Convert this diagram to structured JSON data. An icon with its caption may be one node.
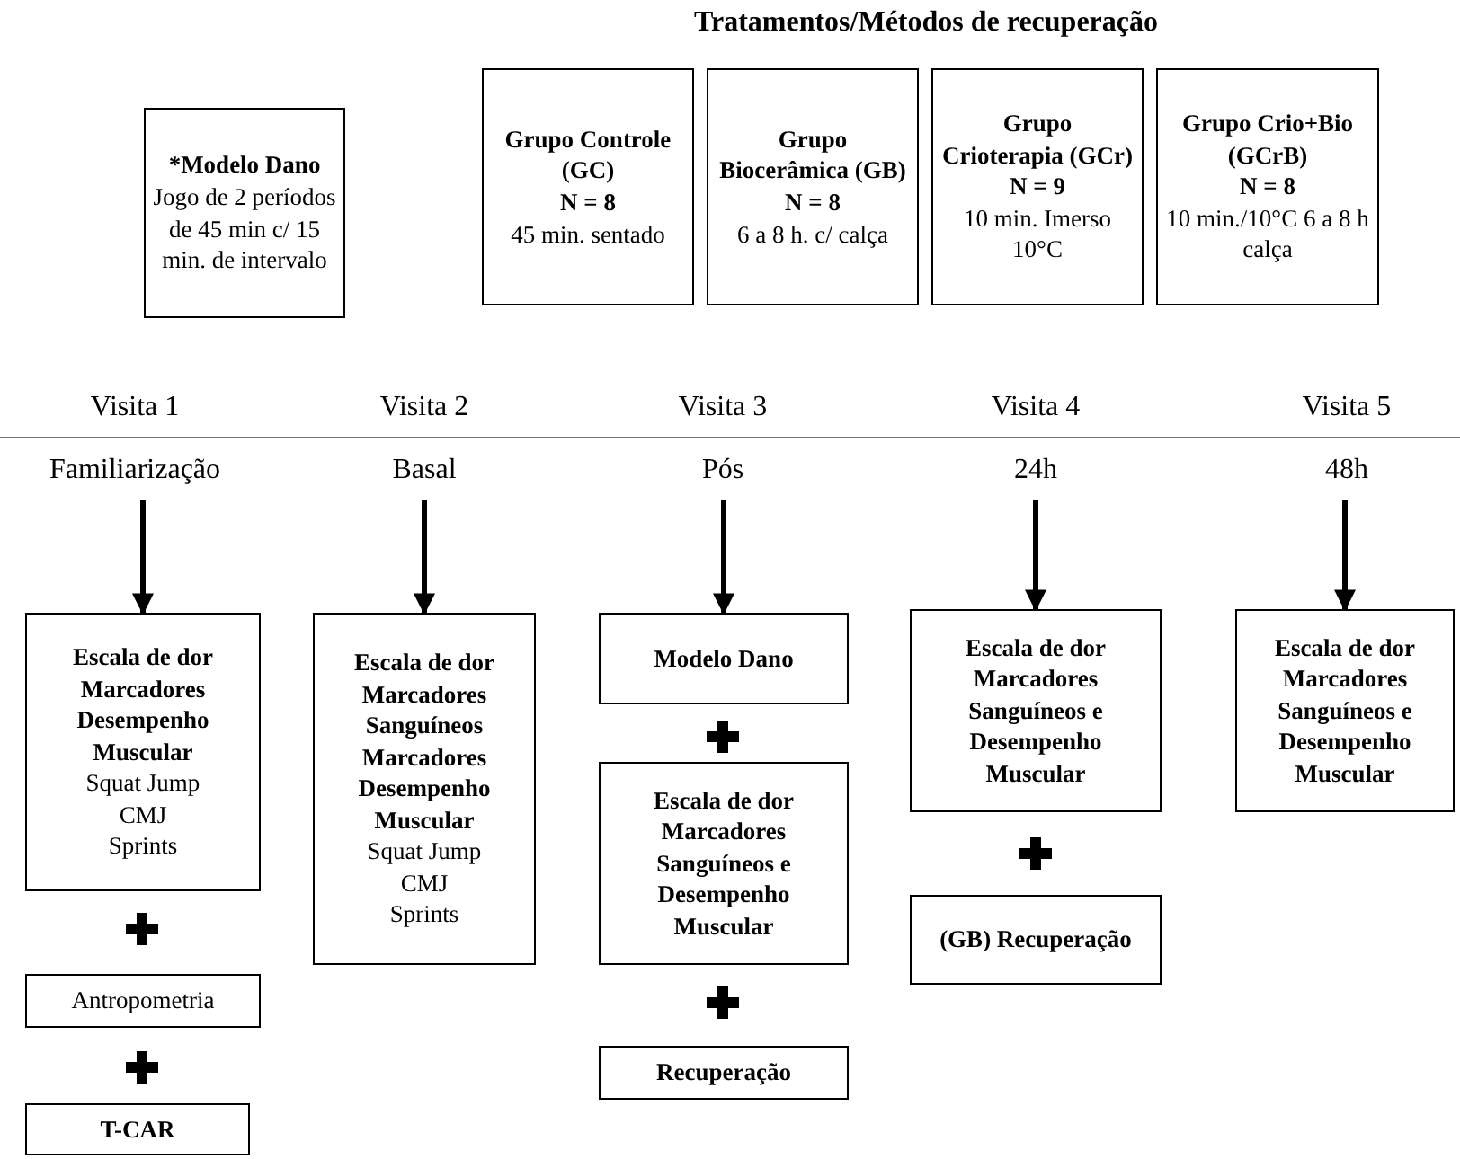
{
  "diagram": {
    "title": "Tratamentos/Métodos de recuperação",
    "nodes": [
      {
        "text": [
          "*Modelo Dano",
          "Jogo de 2 períodos de 45 min c/ 15 min. de intervalo"
        ]
      },
      {
        "text": [
          "Grupo Controle (GC)",
          "N = 8",
          "45 min. sentado"
        ]
      },
      {
        "text": [
          "Grupo Biocerâmica (GB)",
          "N = 8",
          "6 a 8 h. c/ calça"
        ]
      },
      {
        "text": [
          "Grupo Crioterapia (GCr)",
          "N = 9",
          "10 min. Imerso 10°C"
        ]
      },
      {
        "text": [
          "Grupo Crio+Bio (GCrB)",
          "N = 8",
          "10 min./10°C 6 a 8 h calça"
        ]
      },
      {
        "text": [
          "Familiarização"
        ]
      },
      {
        "text": [
          "Basal"
        ]
      },
      {
        "text": [
          "Pós"
        ]
      },
      {
        "text": [
          "24h"
        ]
      },
      {
        "text": [
          "48h"
        ]
      },
      {
        "text": [
          "Escala de dor",
          "Marcadores Desempenho Muscular",
          "Squat Jump",
          "CMJ",
          "Sprints"
        ]
      },
      {
        "text": [
          "Antropometria"
        ]
      },
      {
        "text": [
          "T-CAR"
        ]
      },
      {
        "text": [
          "Escala de dor",
          "Marcadores Sanguíneos",
          "Marcadores Desempenho Muscular",
          "Squat Jump",
          "CMJ",
          "Sprints"
        ]
      },
      {
        "text": [
          "Modelo Dano"
        ]
      },
      {
        "text": [
          "Escala de dor",
          "Marcadores Sanguíneos e Desempenho Muscular"
        ]
      },
      {
        "text": [
          "Recuperação"
        ]
      },
      {
        "text": [
          "Escala de dor",
          "Marcadores Sanguíneos e Desempenho Muscular"
        ]
      },
      {
        "text": [
          "(GB) Recuperação"
        ]
      },
      {
        "text": [
          "Escala de dor",
          "Marcadores Sanguíneos e Desempenho Muscular"
        ]
      }
    ],
    "edges": [
      {
        "from": 5,
        "to": 10,
        "arrow": "to"
      },
      {
        "from": 6,
        "to": 13,
        "arrow": "to"
      },
      {
        "from": 7,
        "to": 14,
        "arrow": "to"
      },
      {
        "from": 8,
        "to": 17,
        "arrow": "to"
      },
      {
        "from": 9,
        "to": 19,
        "arrow": "to"
      }
    ],
    "labels": [
      "Visita 1",
      "Visita 2",
      "Visita 3",
      "Visita 4",
      "Visita 5"
    ]
  }
}
